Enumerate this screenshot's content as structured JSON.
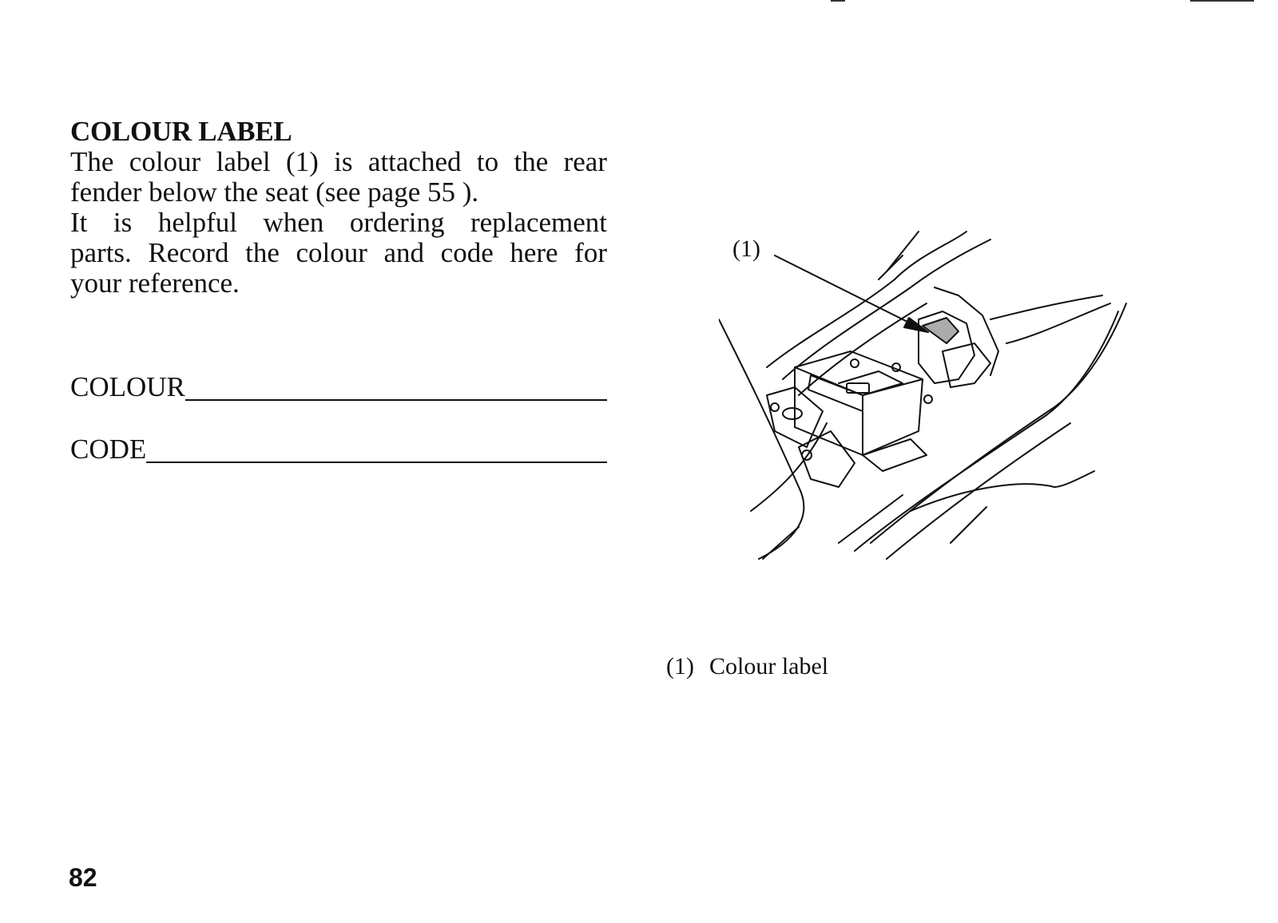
{
  "section": {
    "title": "COLOUR LABEL",
    "lines": [
      "The colour label (1) is attached to the rear",
      "fender below the seat (see page 55 ).",
      "It is helpful when ordering replacement",
      "parts. Record the colour and code here for",
      "your reference."
    ]
  },
  "fields": {
    "colour_label": "COLOUR",
    "code_label": "CODE"
  },
  "figure": {
    "callout": "(1)",
    "caption_number": "(1)",
    "caption_text": "Colour label"
  },
  "page_number": "82"
}
